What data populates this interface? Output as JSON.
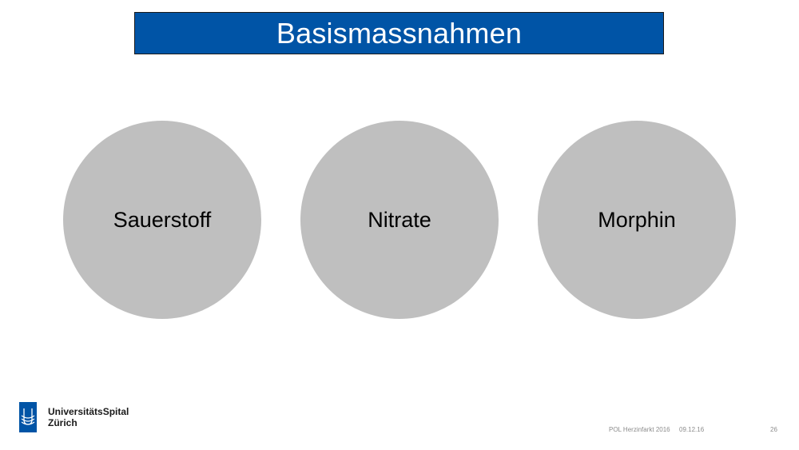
{
  "slide": {
    "title": "Basismassnahmen",
    "items": [
      {
        "label": "Sauerstoff"
      },
      {
        "label": "Nitrate"
      },
      {
        "label": "Morphin"
      }
    ]
  },
  "logo": {
    "line1": "UniversitätsSpital",
    "line2": "Zürich",
    "icon": "universitaetsspital-logo-icon"
  },
  "footer": {
    "course": "POL Herzinfarkt 2016",
    "date": "09.12.16",
    "page": "26"
  },
  "colors": {
    "title_bar": "#0054a6",
    "circle_fill": "#bfbfbf",
    "logo_blue": "#0054a6",
    "footer_text": "#8c8c8c"
  }
}
